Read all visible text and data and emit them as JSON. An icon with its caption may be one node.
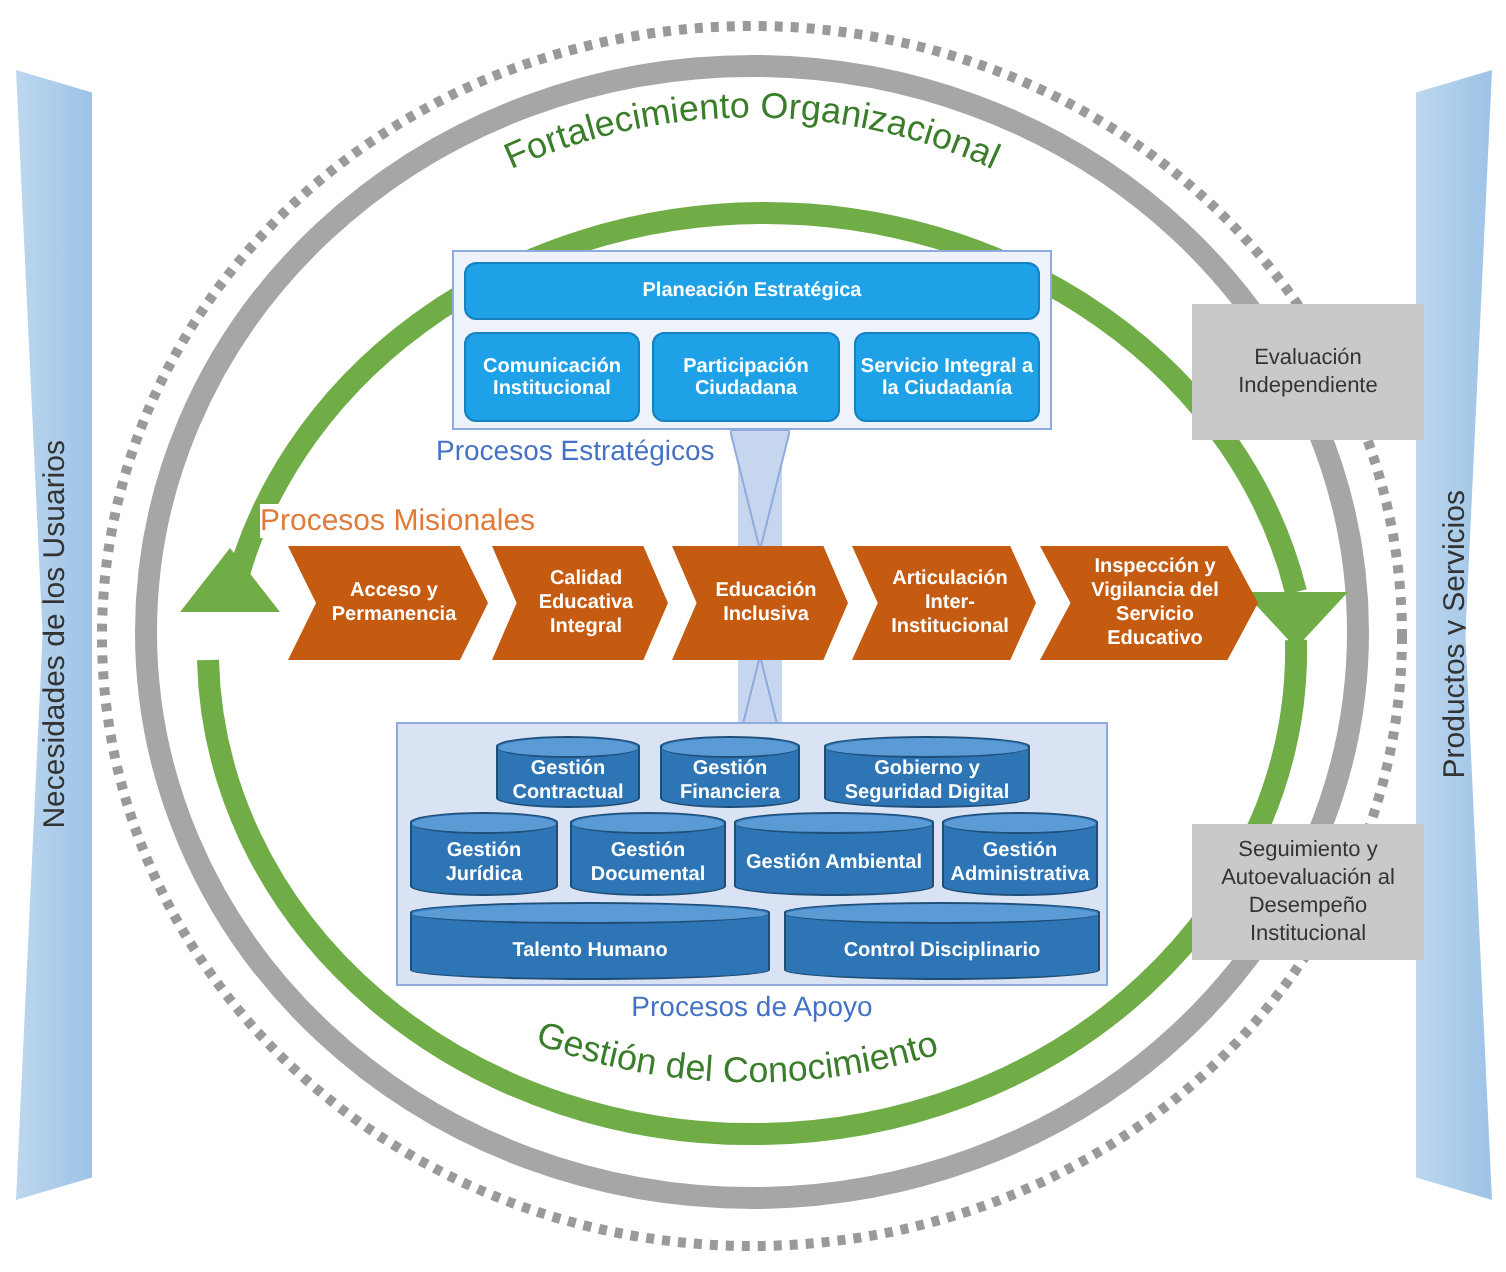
{
  "diagram": {
    "nodes": [
      {
        "text": [
          "Necesidades de los Usuarios"
        ]
      },
      {
        "text": [
          "Productos y Servicios"
        ]
      },
      {
        "text": [
          "Procesos Estratégicos"
        ]
      },
      {
        "text": [
          "Planeación Estratégica"
        ],
        "in": 2
      },
      {
        "text": [
          "Comunicación Institucional"
        ],
        "in": 2
      },
      {
        "text": [
          "Participación Ciudadana"
        ],
        "in": 2
      },
      {
        "text": [
          "Servicio Integral a la Ciudadanía"
        ],
        "in": 2
      },
      {
        "text": [
          "Acceso y Permanencia"
        ]
      },
      {
        "text": [
          "Calidad Educativa Integral"
        ]
      },
      {
        "text": [
          "Educación Inclusiva"
        ]
      },
      {
        "text": [
          "Articulación Inter-Institucional"
        ]
      },
      {
        "text": [
          "Inspección y Vigilancia del Servicio Educativo"
        ]
      },
      {
        "text": [
          "Procesos de Apoyo"
        ]
      },
      {
        "text": [
          "Gestión Contractual"
        ],
        "in": 12
      },
      {
        "text": [
          "Gestión Financiera"
        ],
        "in": 12
      },
      {
        "text": [
          "Gobierno y Seguridad Digital"
        ],
        "in": 12
      },
      {
        "text": [
          "Gestión Jurídica"
        ],
        "in": 12
      },
      {
        "text": [
          "Gestión Documental"
        ],
        "in": 12
      },
      {
        "text": [
          "Gestión Ambiental"
        ],
        "in": 12
      },
      {
        "text": [
          "Gestión Administrativa"
        ],
        "in": 12
      },
      {
        "text": [
          "Talento Humano"
        ],
        "in": 12
      },
      {
        "text": [
          "Control Disciplinario"
        ],
        "in": 12
      },
      {
        "text": [
          "Evaluación Independiente"
        ]
      },
      {
        "text": [
          "Seguimiento y Autoevaluación al Desempeño Institucional"
        ]
      }
    ],
    "edges": [
      {
        "from": 2,
        "to": 9,
        "arrow": "to"
      },
      {
        "from": 12,
        "to": 9,
        "arrow": "to"
      }
    ],
    "labels": [
      "Fortalecimiento Organizacional",
      "Procesos Misionales",
      "Gestión del Conocimiento"
    ]
  }
}
